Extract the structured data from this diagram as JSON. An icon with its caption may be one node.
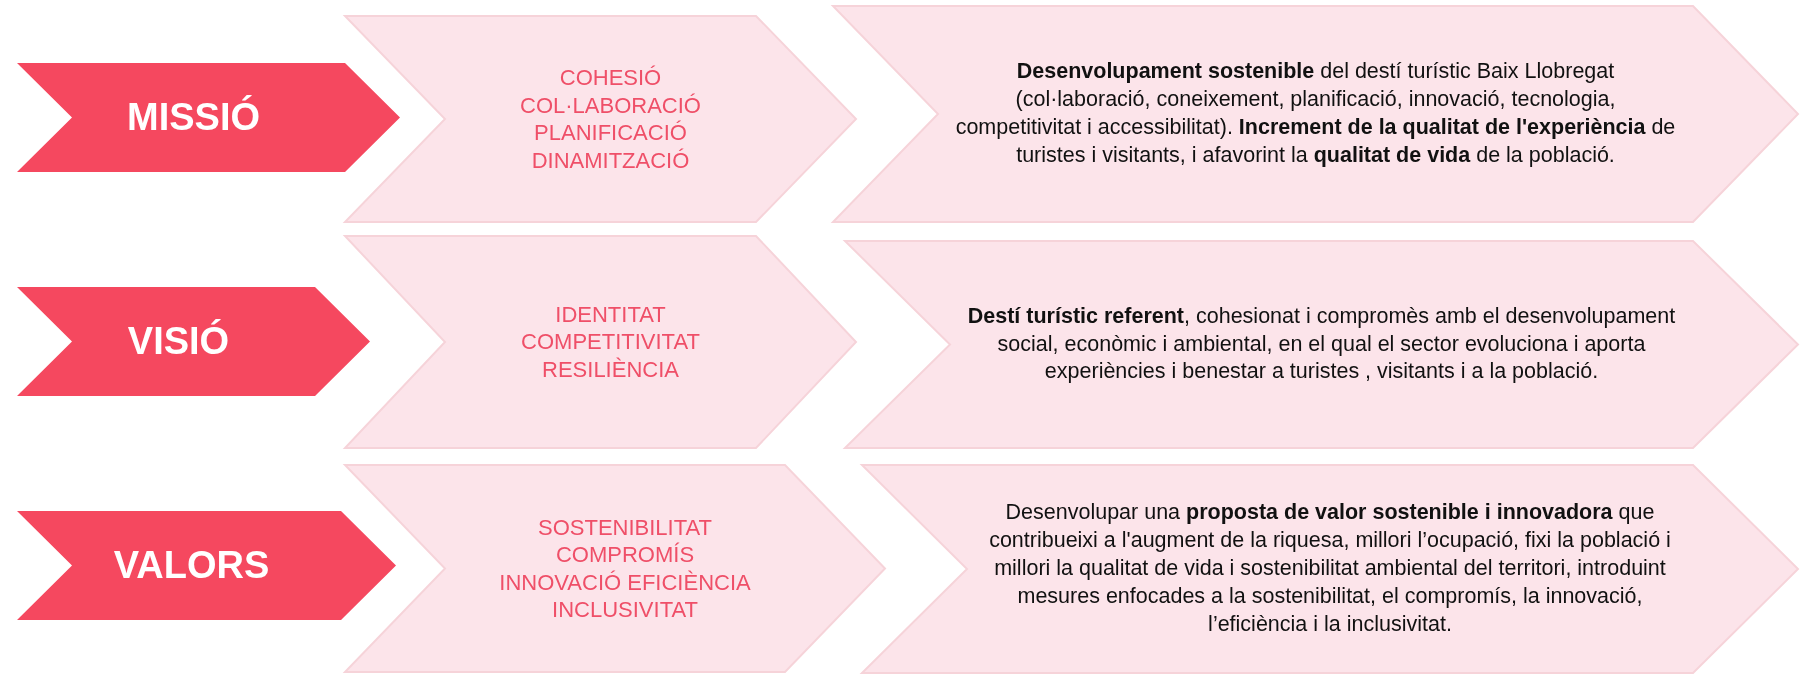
{
  "diagram": {
    "nodes": [
      {
        "text": [
          "MISSIÓ"
        ]
      },
      {
        "text": [
          "COHESIÓ COL·LABORACIÓ PLANIFICACIÓ DINAMITZACIÓ"
        ]
      },
      {
        "text": [
          "**Desenvolupament sostenible** del destí turístic Baix Llobregat (col·laboració, coneixement, planificació, innovació, tecnologia, competitivitat i accessibilitat). **Increment de la qualitat de l'experiència** de turistes i visitants, i afavorint la **qualitat de vida** de la població."
        ]
      },
      {
        "text": [
          "VISIÓ"
        ]
      },
      {
        "text": [
          "IDENTITAT COMPETITIVITAT RESILIÈNCIA"
        ]
      },
      {
        "text": [
          "**Destí turístic referent**, cohesionat i compromès amb el desenvolupament social, econòmic i ambiental, en el qual el sector evoluciona i aporta experiències i benestar a turistes , visitants i a la població."
        ]
      },
      {
        "text": [
          "VALORS"
        ]
      },
      {
        "text": [
          "SOSTENIBILITAT COMPROMÍS INNOVACIÓ EFICIÈNCIA INCLUSIVITAT"
        ]
      },
      {
        "text": [
          "Desenvolupar una **proposta de valor sostenible i innovadora** que contribueixi a l'augment de la riquesa, millori l’ocupació, fixi la població i millori la qualitat de vida i sostenibilitat ambiental del territori, introduint mesures enfocades a la sostenibilitat, el compromís, la innovació, l’eficiència i la inclusivitat."
        ]
      }
    ]
  }
}
